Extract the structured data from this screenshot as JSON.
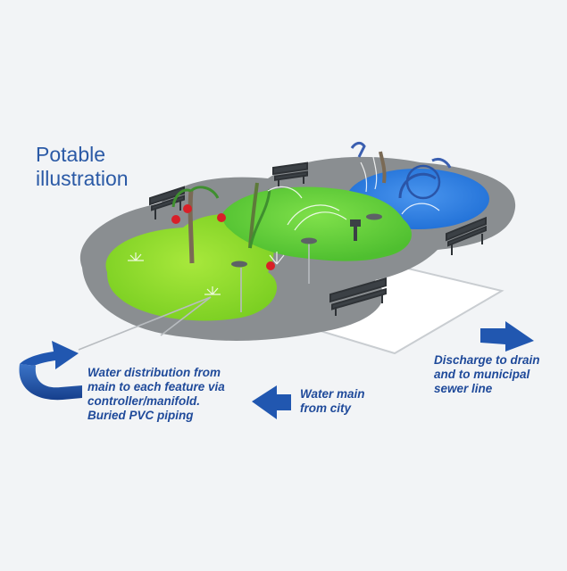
{
  "title": {
    "line1": "Potable",
    "line2": "illustration"
  },
  "labels": {
    "distribution": {
      "line1": "Water distribution from",
      "line2": "main to each feature via",
      "line3": "controller/manifold.",
      "line4": "Buried PVC piping"
    },
    "water_main": {
      "line1": "Water main",
      "line2": "from city"
    },
    "discharge": {
      "line1": "Discharge to drain",
      "line2": "and to municipal",
      "line3": "sewer line"
    }
  },
  "colors": {
    "text_blue": "#1f4a9a",
    "title_blue": "#2b5aa6",
    "arrow_blue": "#2157b0",
    "pad_gray": "#878b8e",
    "green_light": "#8fdc2a",
    "green_bright": "#5fcf3a",
    "pool_blue": "#2f7fe0",
    "background": "#f2f4f6"
  },
  "icons": [
    "curved-arrow-icon",
    "left-arrow-icon",
    "right-arrow-icon",
    "bench-icon",
    "sprinkler-icon",
    "flower-spray-icon",
    "fountain-arch-icon"
  ]
}
